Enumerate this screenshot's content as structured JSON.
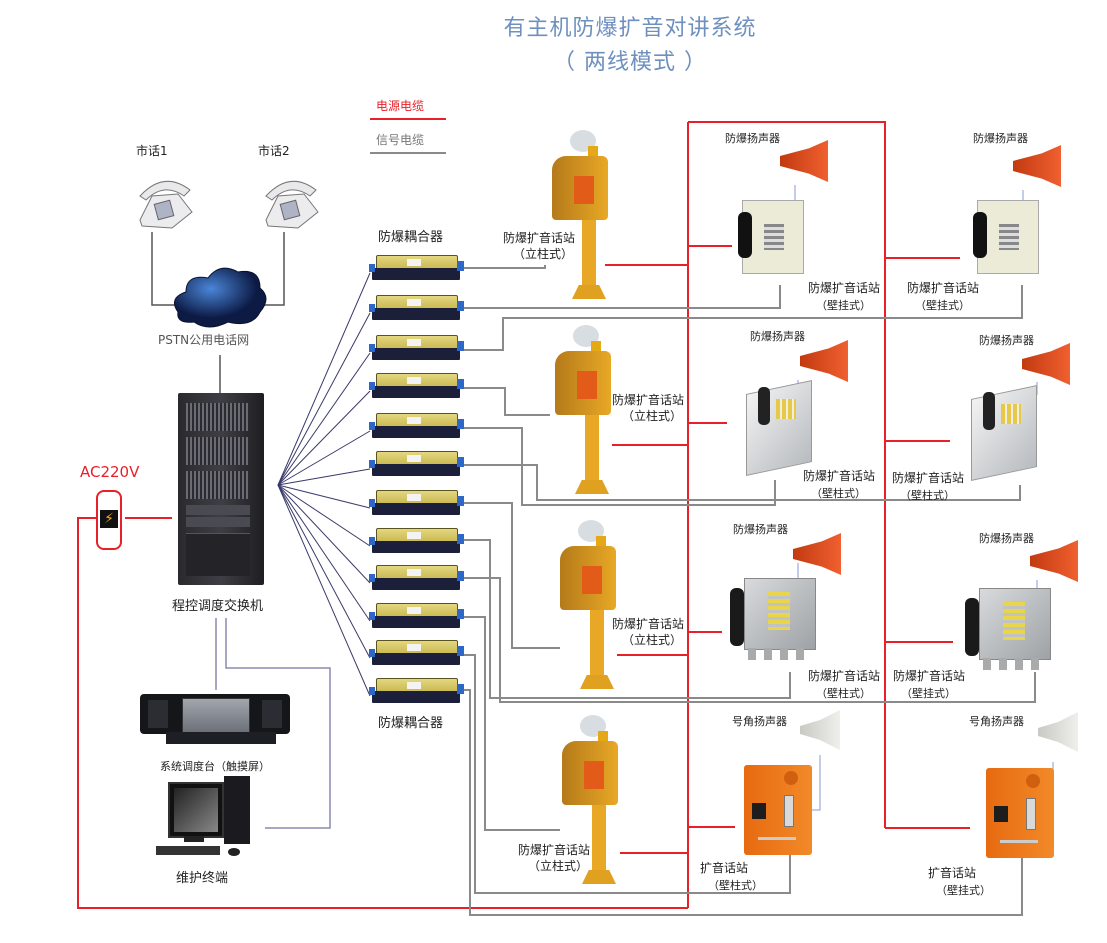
{
  "title": {
    "line1": "有主机防爆扩音对讲系统",
    "line2": "（ 两线模式 ）"
  },
  "legend": {
    "power_cable": {
      "label": "电源电缆",
      "color": "#e8202a"
    },
    "signal_cable": {
      "label": "信号电缆",
      "color": "#8a8a8a"
    }
  },
  "colors": {
    "power": "#e8202a",
    "signal": "#8a8a8a",
    "fanout": "#3a3a6a",
    "speaker_link": "#8a9ad8"
  },
  "nodes": {
    "phone1": {
      "label": "市话1",
      "icon": "desk-telephone-icon"
    },
    "phone2": {
      "label": "市话2",
      "icon": "desk-telephone-icon"
    },
    "pstn": {
      "label": "PSTN公用电话网",
      "icon": "cloud-icon"
    },
    "power_source": {
      "label": "AC220V",
      "icon": "lightning-bolt-icon"
    },
    "switch": {
      "label": "程控调度交换机",
      "icon": "server-rack-icon"
    },
    "console": {
      "label": "系统调度台（触摸屏）",
      "icon": "dispatch-console-icon"
    },
    "terminal": {
      "label": "维护终端",
      "icon": "desktop-computer-icon"
    },
    "couplers_top_label": "防爆耦合器",
    "couplers_bottom_label": "防爆耦合器",
    "coupler_count": 12
  },
  "pillar_stations": [
    {
      "label": "防爆扩音话站",
      "sublabel": "（立柱式）"
    },
    {
      "label": "防爆扩音话站",
      "sublabel": "（立柱式）"
    },
    {
      "label": "防爆扩音话站",
      "sublabel": "（立柱式）"
    },
    {
      "label": "防爆扩音话站",
      "sublabel": "（立柱式）"
    }
  ],
  "wall_stations": [
    {
      "speaker": "防爆扬声器",
      "label": "防爆扩音话站",
      "sublabel": "（壁挂式）"
    },
    {
      "speaker": "防爆扬声器",
      "label": "防爆扩音话站",
      "sublabel": "（壁挂式）"
    },
    {
      "speaker": "防爆扬声器",
      "label": "防爆扩音话站",
      "sublabel": "（壁柱式）"
    },
    {
      "speaker": "防爆扬声器",
      "label": "防爆扩音话站",
      "sublabel": "（壁柱式）"
    },
    {
      "speaker": "防爆扬声器",
      "label": "防爆扩音话站",
      "sublabel": "（壁柱式）"
    },
    {
      "speaker": "防爆扬声器",
      "label": "防爆扩音话站",
      "sublabel": "（壁挂式）"
    },
    {
      "speaker": "号角扬声器",
      "label": "扩音话站",
      "sublabel": "（壁柱式）"
    },
    {
      "speaker": "号角扬声器",
      "label": "扩音话站",
      "sublabel": "（壁挂式）"
    }
  ]
}
